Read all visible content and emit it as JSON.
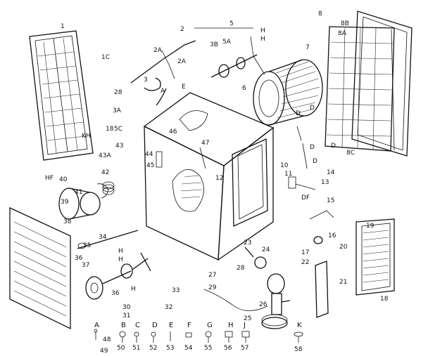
{
  "part_callouts": [
    {
      "id": "p1",
      "text": "1"
    },
    {
      "id": "p1c",
      "text": "1C"
    },
    {
      "id": "p2",
      "text": "2"
    },
    {
      "id": "p2a_a",
      "text": "2A"
    },
    {
      "id": "p2a_b",
      "text": "2A"
    },
    {
      "id": "p3",
      "text": "3"
    },
    {
      "id": "p3a",
      "text": "3A"
    },
    {
      "id": "p3b",
      "text": "3B"
    },
    {
      "id": "p5",
      "text": "5"
    },
    {
      "id": "p5a",
      "text": "5A"
    },
    {
      "id": "p6",
      "text": "6"
    },
    {
      "id": "p7",
      "text": "7"
    },
    {
      "id": "p8",
      "text": "8"
    },
    {
      "id": "p8a",
      "text": "8A"
    },
    {
      "id": "p8b",
      "text": "8B"
    },
    {
      "id": "p8c",
      "text": "8C"
    },
    {
      "id": "p10",
      "text": "10"
    },
    {
      "id": "p11",
      "text": "11"
    },
    {
      "id": "p12",
      "text": "12"
    },
    {
      "id": "p13",
      "text": "13"
    },
    {
      "id": "p14",
      "text": "14"
    },
    {
      "id": "p15",
      "text": "15"
    },
    {
      "id": "p16",
      "text": "16"
    },
    {
      "id": "p17",
      "text": "17"
    },
    {
      "id": "p18a",
      "text": "18"
    },
    {
      "id": "p18b",
      "text": "18"
    },
    {
      "id": "p19",
      "text": "19"
    },
    {
      "id": "p20",
      "text": "20"
    },
    {
      "id": "p21",
      "text": "21"
    },
    {
      "id": "p22",
      "text": "22"
    },
    {
      "id": "p23",
      "text": "23"
    },
    {
      "id": "p24",
      "text": "24"
    },
    {
      "id": "p26",
      "text": "26"
    },
    {
      "id": "p25",
      "text": "25"
    },
    {
      "id": "p27",
      "text": "27"
    },
    {
      "id": "p28a",
      "text": "28"
    },
    {
      "id": "p28b",
      "text": "28"
    },
    {
      "id": "p29",
      "text": "29"
    },
    {
      "id": "p30",
      "text": "30"
    },
    {
      "id": "p31",
      "text": "31"
    },
    {
      "id": "p32",
      "text": "32"
    },
    {
      "id": "p33",
      "text": "33"
    },
    {
      "id": "p34",
      "text": "34"
    },
    {
      "id": "p35",
      "text": "35"
    },
    {
      "id": "p36a",
      "text": "36"
    },
    {
      "id": "p36b",
      "text": "36"
    },
    {
      "id": "p37",
      "text": "37"
    },
    {
      "id": "p38",
      "text": "38"
    },
    {
      "id": "p39",
      "text": "39"
    },
    {
      "id": "p40",
      "text": "40"
    },
    {
      "id": "p41",
      "text": "41"
    },
    {
      "id": "p42",
      "text": "42"
    },
    {
      "id": "p43",
      "text": "43"
    },
    {
      "id": "p43a",
      "text": "43A"
    },
    {
      "id": "p44",
      "text": "44"
    },
    {
      "id": "p45",
      "text": "45"
    },
    {
      "id": "p46",
      "text": "46"
    },
    {
      "id": "p47",
      "text": "47"
    },
    {
      "id": "p5c",
      "text": "5C"
    },
    {
      "id": "pkh",
      "text": "KH"
    },
    {
      "id": "phf",
      "text": "HF"
    },
    {
      "id": "pE",
      "text": "E"
    },
    {
      "id": "pA1",
      "text": "A"
    },
    {
      "id": "pH1",
      "text": "H"
    },
    {
      "id": "pH2",
      "text": "H"
    },
    {
      "id": "pD1",
      "text": "D"
    },
    {
      "id": "pD2",
      "text": "D"
    },
    {
      "id": "pD3",
      "text": "D"
    },
    {
      "id": "pD4",
      "text": "D"
    },
    {
      "id": "pD5",
      "text": "D"
    },
    {
      "id": "pDF",
      "text": "DF"
    },
    {
      "id": "pH3",
      "text": "H"
    },
    {
      "id": "pH4",
      "text": "H"
    },
    {
      "id": "pH5",
      "text": "H"
    }
  ],
  "hardware_legend": [
    {
      "letter": "A",
      "number": "48"
    },
    {
      "letter": "B",
      "number": "50"
    },
    {
      "letter": "C",
      "number": "51"
    },
    {
      "letter": "D",
      "number": "52"
    },
    {
      "letter": "E",
      "number": "53"
    },
    {
      "letter": "F",
      "number": "54"
    },
    {
      "letter": "G",
      "number": "55"
    },
    {
      "letter": "H",
      "number": "56"
    },
    {
      "letter": "J",
      "number": "57"
    },
    {
      "letter": "K",
      "number": "58"
    }
  ],
  "extra_legend_number": "49"
}
